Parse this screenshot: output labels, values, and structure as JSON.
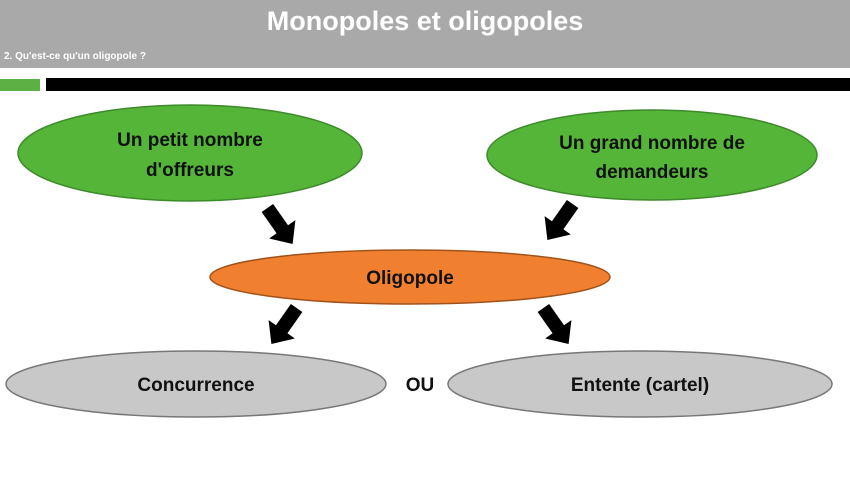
{
  "header": {
    "title": "Monopoles et oligopoles",
    "subtitle": "2. Qu'est-ce qu'un oligopole ?"
  },
  "nodes": {
    "few_suppliers": [
      "Un petit nombre",
      "d'offreurs"
    ],
    "many_buyers": [
      "Un grand nombre de",
      "demandeurs"
    ],
    "oligopoly": "Oligopole",
    "competition": "Concurrence",
    "or": "OU",
    "cartel": "Entente (cartel)"
  },
  "colors": {
    "green": "#55b539",
    "orange": "#f0802f",
    "gray": "#c8c8c8",
    "header": "#a9a9a9"
  }
}
